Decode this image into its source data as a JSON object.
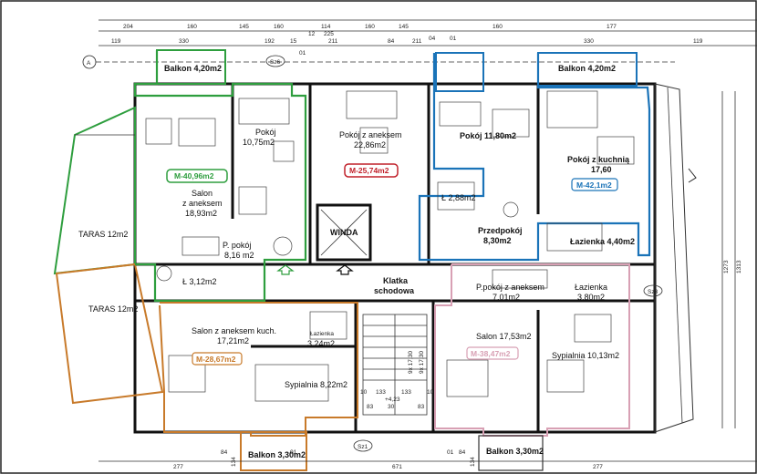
{
  "colors": {
    "green": "#2e9e3e",
    "blue": "#1a73b8",
    "red": "#c0202a",
    "orange": "#c87a2a",
    "pink": "#d8a0b4",
    "walls": "#111111"
  },
  "top_dims_row1": [
    "204",
    "160",
    "145",
    "160",
    "114",
    "160",
    "145",
    "160",
    "177"
  ],
  "top_dims_row2": [
    "119",
    "330",
    "192",
    "15",
    "211",
    "84",
    "211",
    "330",
    "119"
  ],
  "top_dims_extra": [
    "225",
    "12",
    "01",
    "01",
    "04"
  ],
  "axis_label": "A",
  "sz_tags": [
    "Sz6",
    "Sz3",
    "Sz1"
  ],
  "rooms": {
    "balkon_tl": "Balkon 4,20m2",
    "balkon_tr": "Balkon 4,20m2",
    "balkon_bl": "Balkon 3,30m2",
    "balkon_br": "Balkon 3,30m2",
    "pokoj_1": "Pokój",
    "pokoj_1_area": "10,75m2",
    "pokoj_aneks_1": "Pokój z aneksem",
    "pokoj_aneks_1_area": "22,86m2",
    "pokoj_2": "Pokój 11,80m2",
    "pokoj_kuchnia": "Pokój z kuchnią",
    "pokoj_kuchnia_area": "17,60",
    "salon_aneks": "Salon",
    "salon_aneks_l2": "z aneksem",
    "salon_aneks_area": "18,93m2",
    "taras_1": "TARAS 12m2",
    "taras_2": "TARAS 12m2",
    "winda": "WINDA",
    "l_288": "Ł 2,88m2",
    "przedpokoj": "Przedpokój",
    "przedpokoj_area": "8,30m2",
    "lazienka_440": "Łazienka 4,40m2",
    "p_pokoj": "P. pokój",
    "p_pokoj_area": "8,16 m2",
    "l_312": "Ł 3,12m2",
    "klatka": "Klatka",
    "schodowa": "schodowa",
    "p_pokoj_aneks": "P.pokój z aneksem",
    "p_pokoj_aneks_area": "7,01m2",
    "lazienka_380": "Łazienka",
    "lazienka_380_area": "3,80m2",
    "salon_kuch": "Salon z aneksem kuch.",
    "salon_kuch_area": "17,21m2",
    "lazienka_324": "Łazienka",
    "lazienka_324_area": "3,24m2",
    "salon_1753": "Salon 17,53m2",
    "sypialnia_1013": "Sypialnia 10,13m2",
    "sypialnia_822": "Sypialnia 8,22m2"
  },
  "tags": {
    "m4096": "M-40,96m2",
    "m2574": "M-25,74m2",
    "m421": "M-42,1m2",
    "m2867": "M-28,67m2",
    "m3847": "M-38,47m2"
  },
  "stair_dims": [
    "9x 17,30",
    "9x 17,30",
    "83",
    "133",
    "133",
    "83",
    "+4,23",
    "10",
    "30",
    "10"
  ],
  "bottom_dims": [
    "277",
    "84",
    "01",
    "671",
    "01",
    "84",
    "277",
    "134",
    "134"
  ],
  "side_dims": [
    "1273",
    "1313"
  ]
}
